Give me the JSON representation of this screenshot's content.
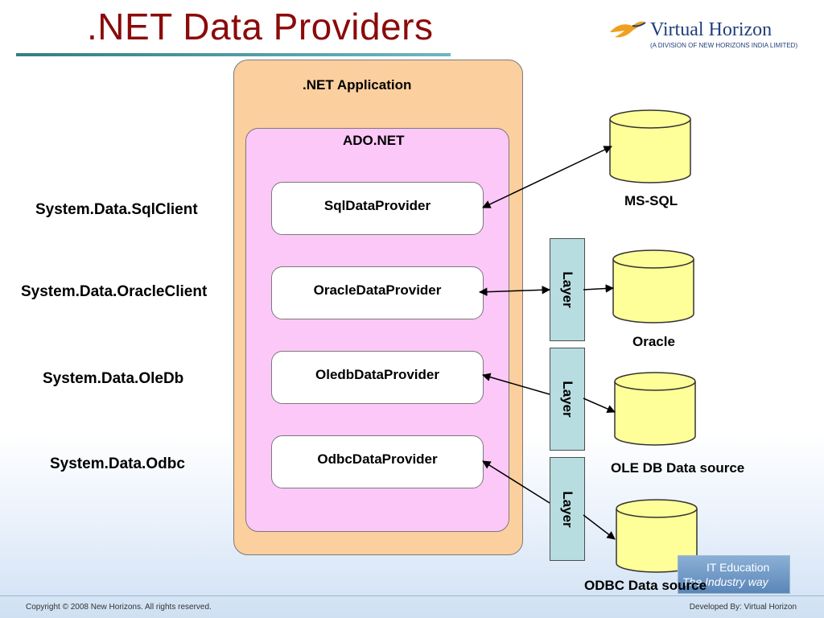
{
  "slide": {
    "title": ".NET Data Providers",
    "footer_copyright": "Copyright © 2008 New Horizons. All rights reserved.",
    "footer_developed": "Developed By: Virtual Horizon"
  },
  "logo": {
    "name": "Virtual Horizon",
    "subtitle": "(A DIVISION OF NEW HORIZONS INDIA LIMITED)",
    "icon": "bird-icon"
  },
  "diagram": {
    "outer_label": ".NET Application",
    "inner_label": "ADO.NET",
    "providers": [
      "SqlDataProvider",
      "OracleDataProvider",
      "OledbDataProvider",
      "OdbcDataProvider"
    ],
    "namespaces": [
      "System.Data.SqlClient",
      "System.Data.OracleClient",
      "System.Data.OleDb",
      "System.Data.Odbc"
    ],
    "layer_label": "Layer",
    "databases": [
      "MS-SQL",
      "Oracle",
      "OLE DB Data source",
      "ODBC Data source"
    ]
  },
  "badge": {
    "line1": "IT Education",
    "line2": "The Industry way"
  },
  "colors": {
    "title": "#8b0a0a",
    "net_app_fill": "#fbcf9e",
    "ado_fill": "#fcc8f8",
    "layer_fill": "#b8dde1",
    "db_fill": "#ffff99"
  }
}
